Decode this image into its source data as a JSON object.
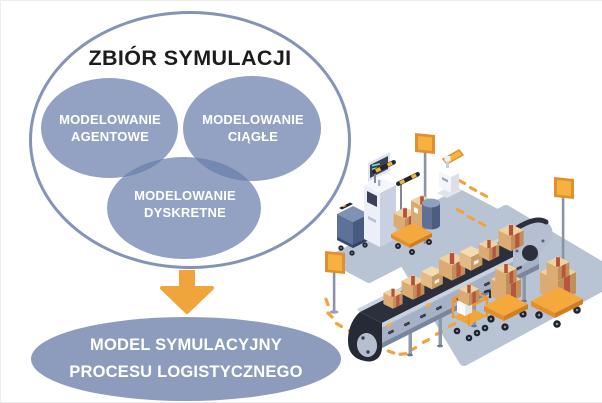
{
  "diagram": {
    "title": "ZBIÓR SYMULACJI",
    "venn_left": {
      "l1": "MODELOWANIE",
      "l2": "AGENTOWE"
    },
    "venn_right": {
      "l1": "MODELOWANIE",
      "l2": "CIĄGŁE"
    },
    "venn_bottom": {
      "l1": "MODELOWANIE",
      "l2": "DYSKRETNE"
    },
    "result": {
      "l1": "MODEL SYMULACYJNY",
      "l2": "PROCESU LOGISTYCZNEGO"
    }
  },
  "colors": {
    "outline_blue": "#8593b6",
    "venn_fill": "#93a2c2",
    "venn_overlap": "#7487ad",
    "result_fill": "#8d9cbd",
    "accent_orange": "#f2a43c",
    "belt_dark": "#2c303d",
    "conveyor_frame": "#a6b1c5",
    "floor_gray": "#b8c3d3",
    "box_tan": "#dcab74",
    "tape_red": "#b5503c",
    "title_text": "#1c1c1c",
    "label_text": "#ffffff"
  },
  "illustration": {
    "label": "isometric-logistics-conveyor-scene",
    "elements": [
      "warehouse-floor",
      "route-dashes",
      "warehouse-signs",
      "storage-crate",
      "scanner-kiosk",
      "sensor-bars",
      "platform-cart",
      "barrel",
      "label-printer",
      "conveyor-belt",
      "cardboard-boxes",
      "hand-truck",
      "pallet-cart",
      "pallet-cart-large"
    ]
  }
}
